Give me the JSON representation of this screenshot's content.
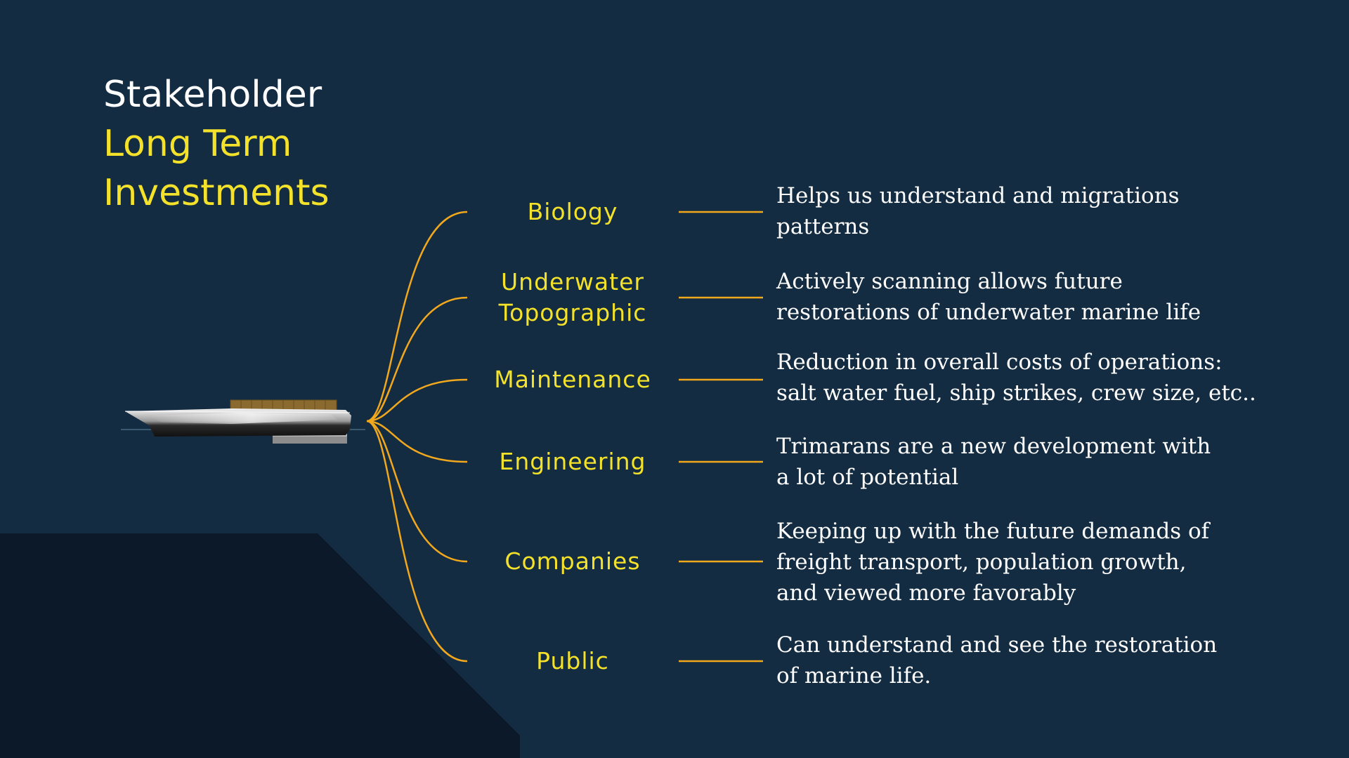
{
  "title": {
    "line1": "Stakeholder",
    "line2": "Long Term",
    "line3": "Investments"
  },
  "colors": {
    "background": "#142c42",
    "dark_shape": "#0b1929",
    "accent_yellow": "#f3e12a",
    "connector_orange": "#f2a81d",
    "text_white": "#ffffff"
  },
  "branches": [
    {
      "name": "Biology",
      "name_lines": [
        "Biology"
      ],
      "description_lines": [
        "Helps us understand and migrations",
        "patterns"
      ]
    },
    {
      "name": "Underwater Topographic",
      "name_lines": [
        "Underwater",
        "Topographic"
      ],
      "description_lines": [
        "Actively scanning allows future",
        "restorations of underwater marine life"
      ]
    },
    {
      "name": "Maintenance",
      "name_lines": [
        "Maintenance"
      ],
      "description_lines": [
        "Reduction in overall costs of operations:",
        "salt water fuel, ship strikes, crew size, etc.."
      ]
    },
    {
      "name": "Engineering",
      "name_lines": [
        "Engineering"
      ],
      "description_lines": [
        "Trimarans are a new development with",
        "a lot of potential"
      ]
    },
    {
      "name": "Companies",
      "name_lines": [
        "Companies"
      ],
      "description_lines": [
        "Keeping up with the future demands of",
        "freight transport, population growth,",
        "and viewed more favorably"
      ]
    },
    {
      "name": "Public",
      "name_lines": [
        "Public"
      ],
      "description_lines": [
        "Can understand and see the restoration",
        "of marine life."
      ]
    }
  ],
  "illustration": {
    "icon": "trimaran-ship-icon"
  }
}
